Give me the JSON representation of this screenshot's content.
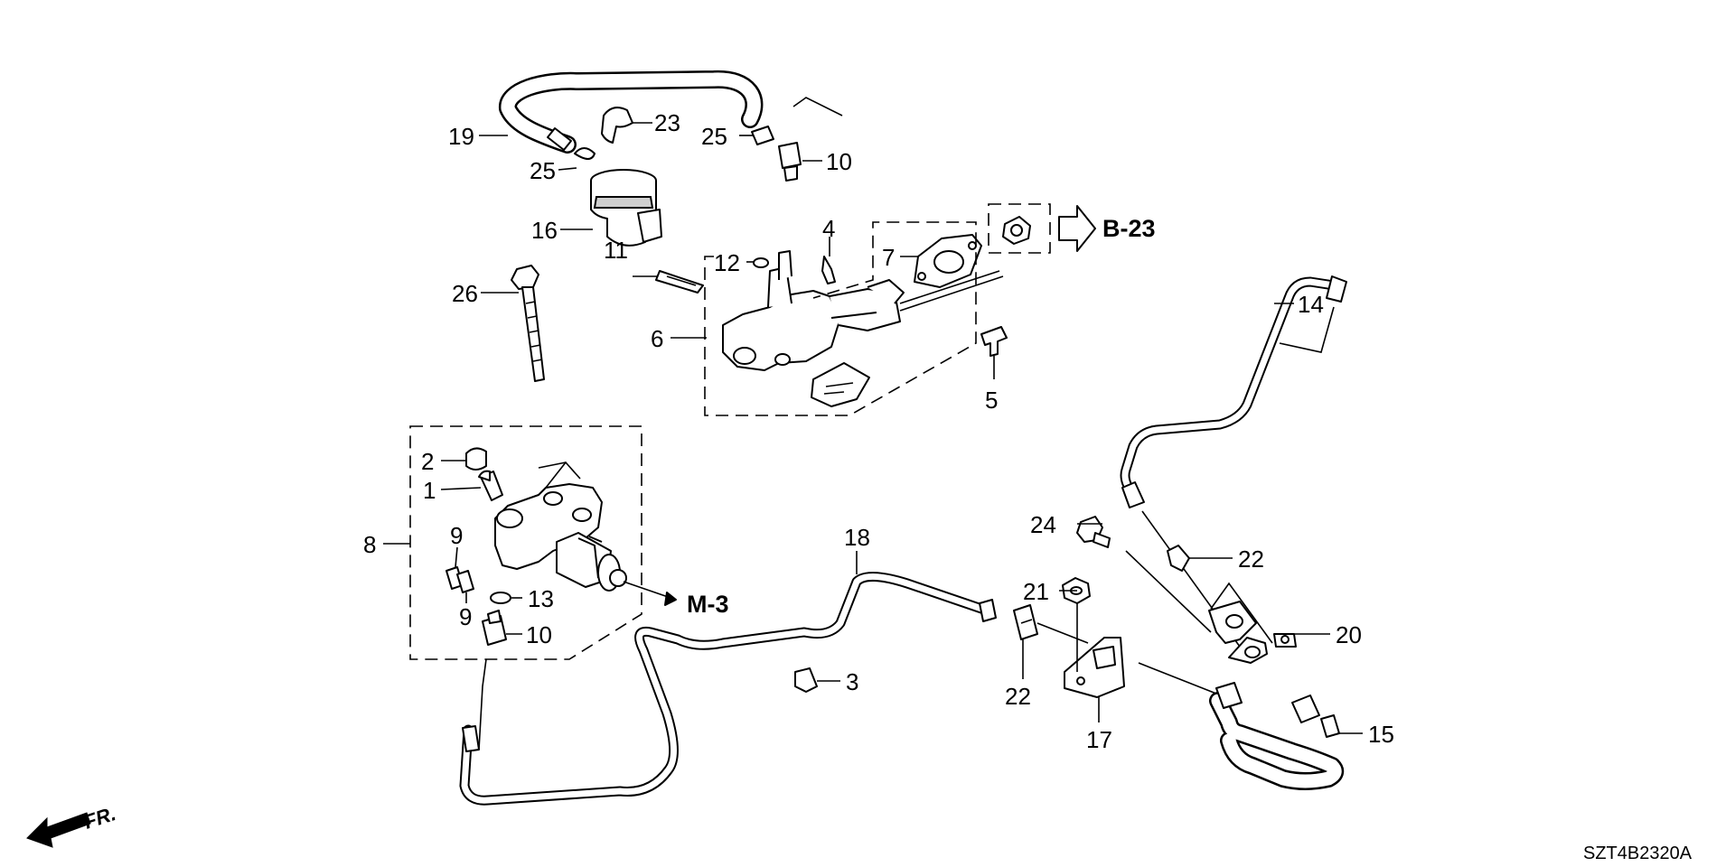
{
  "diagram": {
    "drawing_code": "SZT4B2320A",
    "direction": "FR.",
    "refs": {
      "b23": "B-23",
      "m3": "M-3"
    },
    "callouts": {
      "c1": "1",
      "c2": "2",
      "c3": "3",
      "c4": "4",
      "c5": "5",
      "c6": "6",
      "c7": "7",
      "c8": "8",
      "c9a": "9",
      "c9b": "9",
      "c10a": "10",
      "c10b": "10",
      "c11": "11",
      "c12": "12",
      "c13": "13",
      "c14": "14",
      "c15": "15",
      "c16": "16",
      "c17": "17",
      "c18": "18",
      "c19": "19",
      "c20": "20",
      "c21": "21",
      "c22a": "22",
      "c22b": "22",
      "c23": "23",
      "c24": "24",
      "c25a": "25",
      "c25b": "25",
      "c26": "26"
    }
  }
}
